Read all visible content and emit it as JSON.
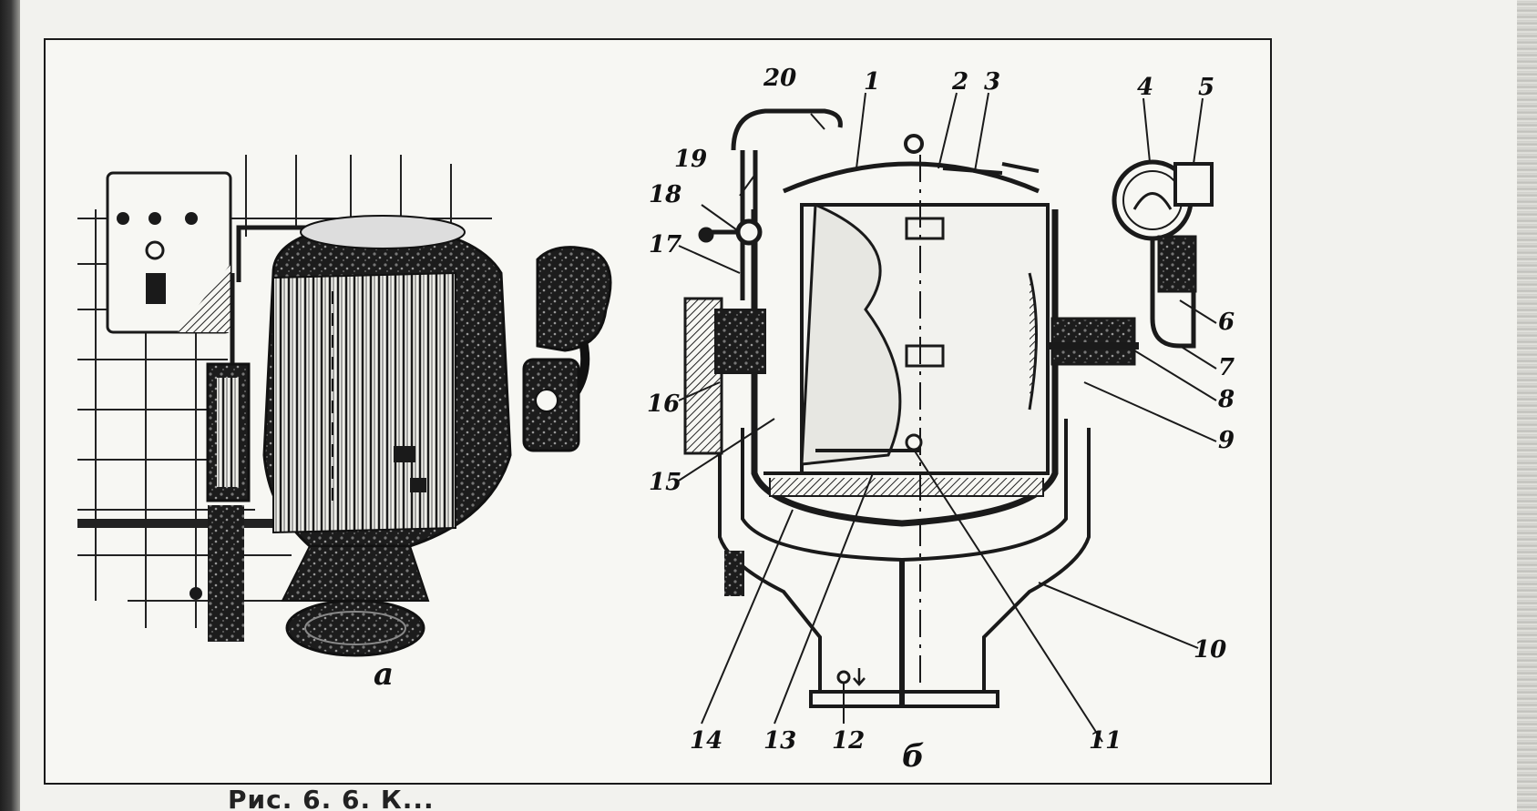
{
  "figure": {
    "sub_labels": {
      "a": "a",
      "b": "б"
    },
    "callouts": {
      "c1": "1",
      "c2": "2",
      "c3": "3",
      "c4": "4",
      "c5": "5",
      "c6": "6",
      "c7": "7",
      "c8": "8",
      "c9": "9",
      "c10": "10",
      "c11": "11",
      "c12": "12",
      "c13": "13",
      "c14": "14",
      "c15": "15",
      "c16": "16",
      "c17": "17",
      "c18": "18",
      "c19": "19",
      "c20": "20"
    },
    "caption": "Рис. 6. 6. К..."
  }
}
